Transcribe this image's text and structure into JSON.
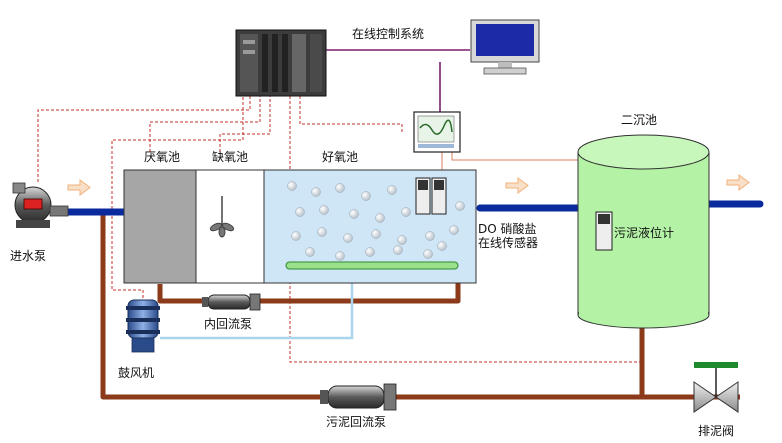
{
  "labels": {
    "online_control_system": "在线控制系统",
    "influent_pump": "进水泵",
    "anaerobic_tank": "厌氧池",
    "anoxic_tank": "缺氧池",
    "aerobic_tank": "好氧池",
    "secondary_clarifier": "二沉池",
    "do_nitrate_line1": "DO 硝酸盐",
    "do_nitrate_line2": "在线传感器",
    "sludge_level_meter": "污泥液位计",
    "internal_recycle_pump": "内回流泵",
    "blower": "鼓风机",
    "sludge_return_pump": "污泥回流泵",
    "sludge_discharge_valve": "排泥阀"
  },
  "colors": {
    "pipe": "#8B3A1A",
    "water_pipe": "#0A2A9E",
    "aerobic_water": "#CFE6F6",
    "anaerobic_block": "#A6A6A6",
    "clarifier_fill": "#B4F2A6",
    "signal_line": "#C9302C",
    "control_line": "#7A1E6E",
    "air_line": "#A9D6EC",
    "flow_arrow": "#F2B179"
  },
  "icons": [
    "plc-cabinet-icon",
    "monitor-icon",
    "dosing-controller-icon",
    "pump-icon",
    "blower-icon",
    "mixer-icon",
    "sensor-probe-icon",
    "valve-icon",
    "flow-arrow-icon"
  ]
}
